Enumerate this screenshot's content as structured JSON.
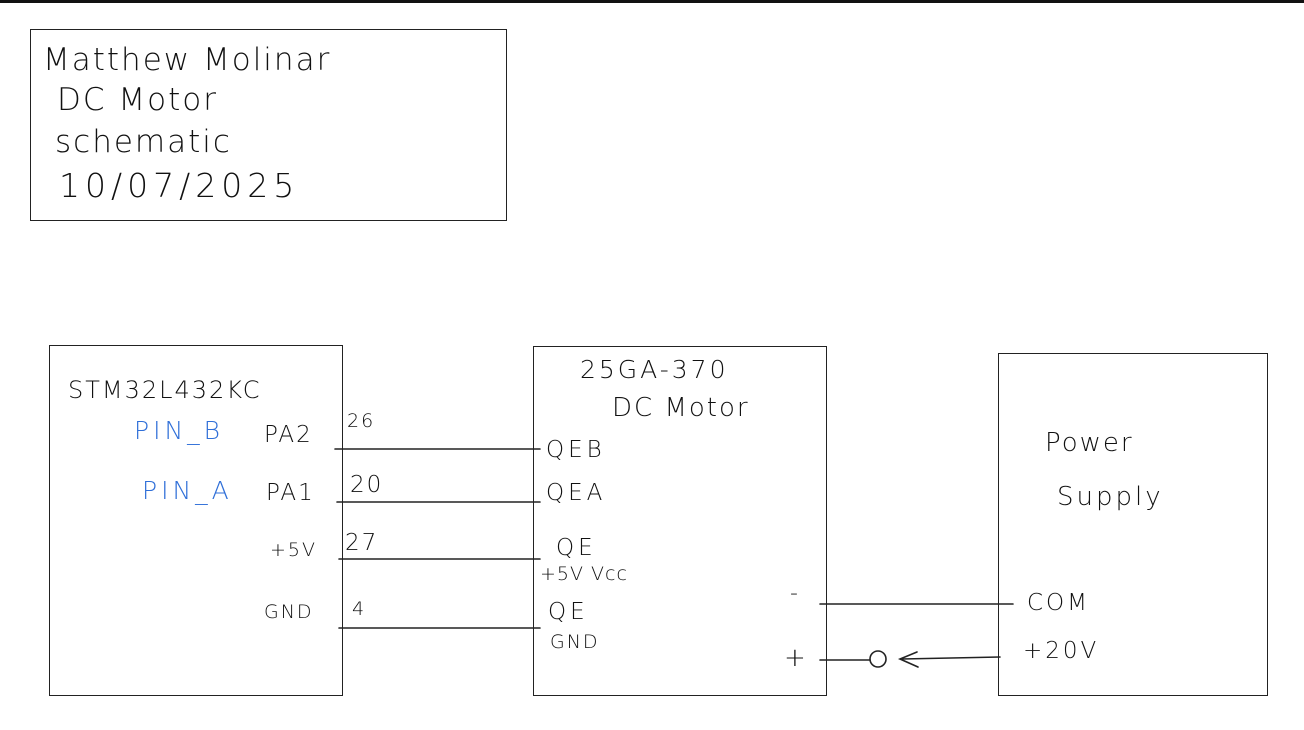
{
  "title_block": {
    "lines": [
      "Matthew Molinar",
      "DC Motor",
      "schematic",
      "10/07/2025"
    ]
  },
  "mcu": {
    "name": "STM32L432KC",
    "pins": [
      {
        "alias": "PIN_B",
        "pin": "PA2",
        "number": "26"
      },
      {
        "alias": "PIN_A",
        "pin": "PA1",
        "number": "20"
      },
      {
        "alias": "",
        "pin": "+5V",
        "number": "27"
      },
      {
        "alias": "",
        "pin": "GND",
        "number": "4"
      }
    ]
  },
  "motor": {
    "model": "25GA-370",
    "name": "DC Motor",
    "terminals": [
      "QEB",
      "QEA",
      "QE",
      "+5V Vcc",
      "QE",
      "GND"
    ],
    "power_terminals": [
      "-",
      "+"
    ]
  },
  "power_supply": {
    "name_line1": "Power",
    "name_line2": "Supply",
    "terminals": [
      "COM",
      "+20V"
    ]
  },
  "colors": {
    "ink": "#111111",
    "pin_alias": "#2f6fd8"
  }
}
